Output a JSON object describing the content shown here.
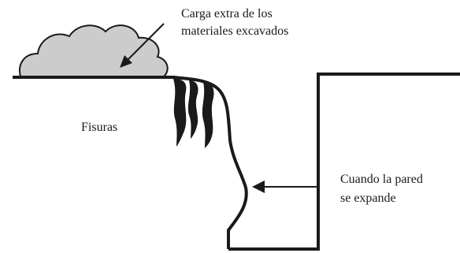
{
  "labels": {
    "spoil_load_line1": "Carga extra de los",
    "spoil_load_line2": "materiales excavados",
    "fissures": "Fisuras",
    "wall_expands_line1": "Cuando la pared",
    "wall_expands_line2": "se expande"
  },
  "colors": {
    "spoil_fill": "#cccccc",
    "ink": "#1a1a1a"
  }
}
